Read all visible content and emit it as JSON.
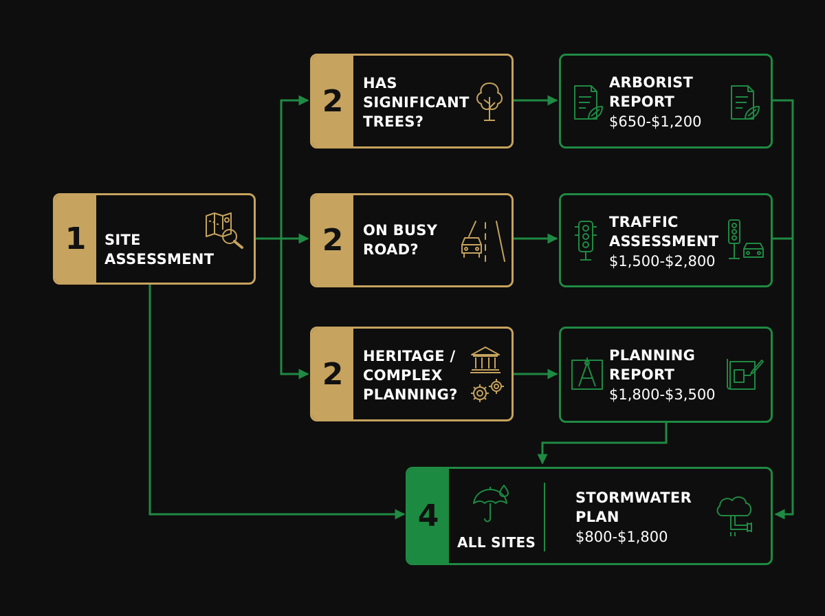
{
  "steps": {
    "site": {
      "num": "1",
      "label": "SITE\nASSESSMENT"
    },
    "trees": {
      "num": "2",
      "label": "HAS\nSIGNIFICANT\nTREES?"
    },
    "road": {
      "num": "2",
      "label": "ON BUSY\nROAD?"
    },
    "heritage": {
      "num": "2",
      "label": "HERITAGE /\nCOMPLEX\nPLANNING?"
    },
    "arborist": {
      "label": "ARBORIST\nREPORT",
      "price": "$650-$1,200"
    },
    "traffic": {
      "label": "TRAFFIC\nASSESSMENT",
      "price": "$1,500-$2,800"
    },
    "planning": {
      "label": "PLANNING\nREPORT",
      "price": "$1,800-$3,500"
    },
    "stormwater": {
      "num": "4",
      "sites": "ALL SITES",
      "label": "STORMWATER\nPLAN",
      "price": "$800-$1,800"
    }
  },
  "colors": {
    "gold": "#c6a35e",
    "green": "#1f8a43",
    "background": "#0e0e0e"
  }
}
